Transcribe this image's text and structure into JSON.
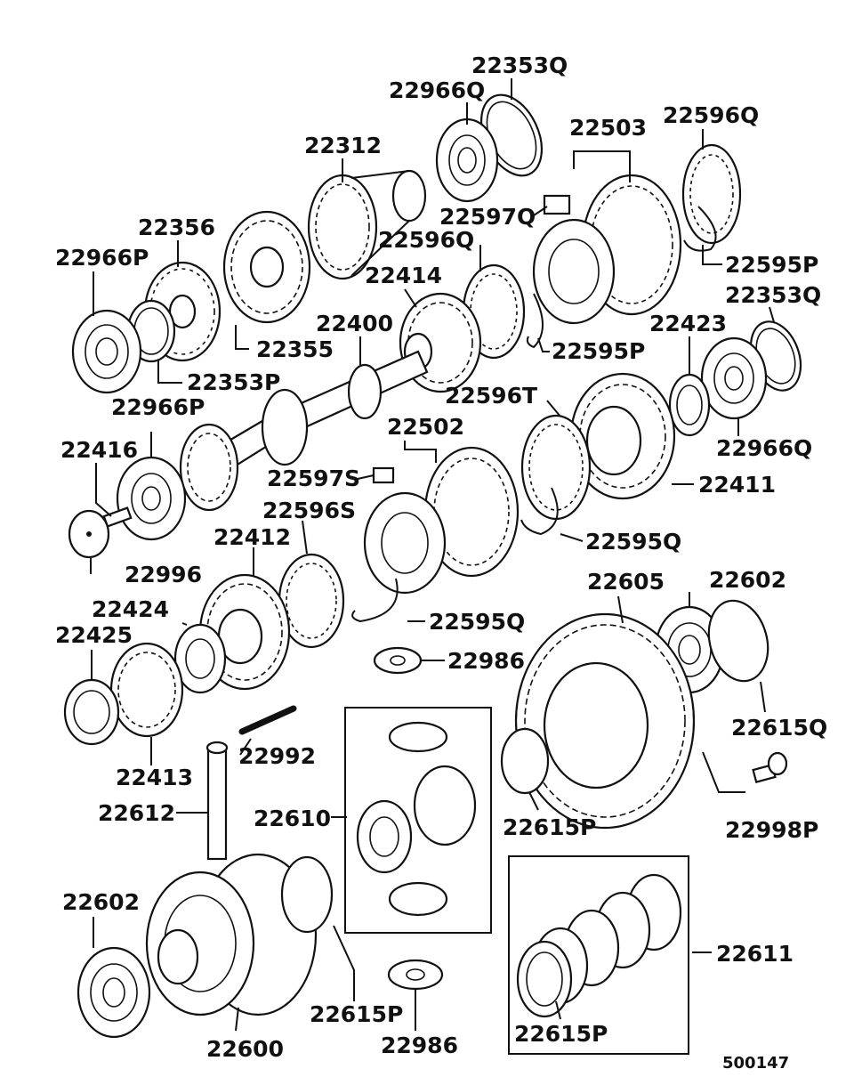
{
  "figure_number": "500147",
  "labels": {
    "p22353Q_top": "22353Q",
    "p22966Q_top": "22966Q",
    "p22503": "22503",
    "p22596Q_top": "22596Q",
    "p22312": "22312",
    "p22597Q": "22597Q",
    "p22356": "22356",
    "p22596Q_mid": "22596Q",
    "p22595P_right": "22595P",
    "p22966P_left": "22966P",
    "p22414": "22414",
    "p22353Q_right": "22353Q",
    "p22355": "22355",
    "p22400": "22400",
    "p22423": "22423",
    "p22595P_mid": "22595P",
    "p22353P": "22353P",
    "p22596T": "22596T",
    "p22966P_mid": "22966P",
    "p22502": "22502",
    "p22966Q_right": "22966Q",
    "p22416": "22416",
    "p22597S": "22597S",
    "p22411": "22411",
    "p22596S": "22596S",
    "p22412": "22412",
    "p22595Q_right": "22595Q",
    "p22996": "22996",
    "p22605": "22605",
    "p22602_right": "22602",
    "p22424": "22424",
    "p22595Q_mid": "22595Q",
    "p22425": "22425",
    "p22986_top": "22986",
    "p22615Q": "22615Q",
    "p22992": "22992",
    "p22413": "22413",
    "p22998P": "22998P",
    "p22612": "22612",
    "p22610": "22610",
    "p22615P_mid": "22615P",
    "p22602_left": "22602",
    "p22611": "22611",
    "p22615P_bottom": "22615P",
    "p22600": "22600",
    "p22986_bottom": "22986",
    "p22615P_box": "22615P"
  }
}
